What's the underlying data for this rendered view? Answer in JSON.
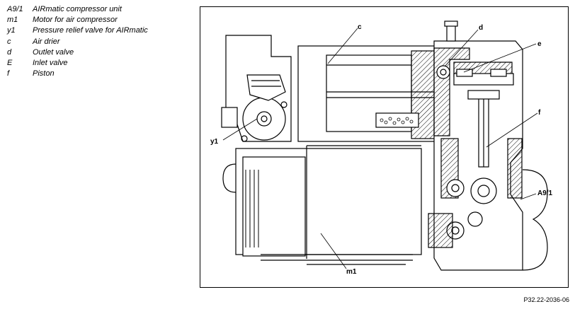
{
  "legend": [
    {
      "code": "A9/1",
      "text": "AIRmatic compressor unit"
    },
    {
      "code": "m1",
      "text": "Motor for air compressor"
    },
    {
      "code": "y1",
      "text": "Pressure relief valve for AIRmatic"
    },
    {
      "code": "c",
      "text": "Air drier"
    },
    {
      "code": "d",
      "text": "Outlet valve"
    },
    {
      "code": "E",
      "text": "Inlet valve"
    },
    {
      "code": "f",
      "text": "Piston"
    }
  ],
  "callouts": {
    "c": "c",
    "d": "d",
    "e": "e",
    "f": "f",
    "y1": "y1",
    "a91": "A9/1",
    "m1": "m1"
  },
  "figure_ref": "P32.22-2036-06"
}
